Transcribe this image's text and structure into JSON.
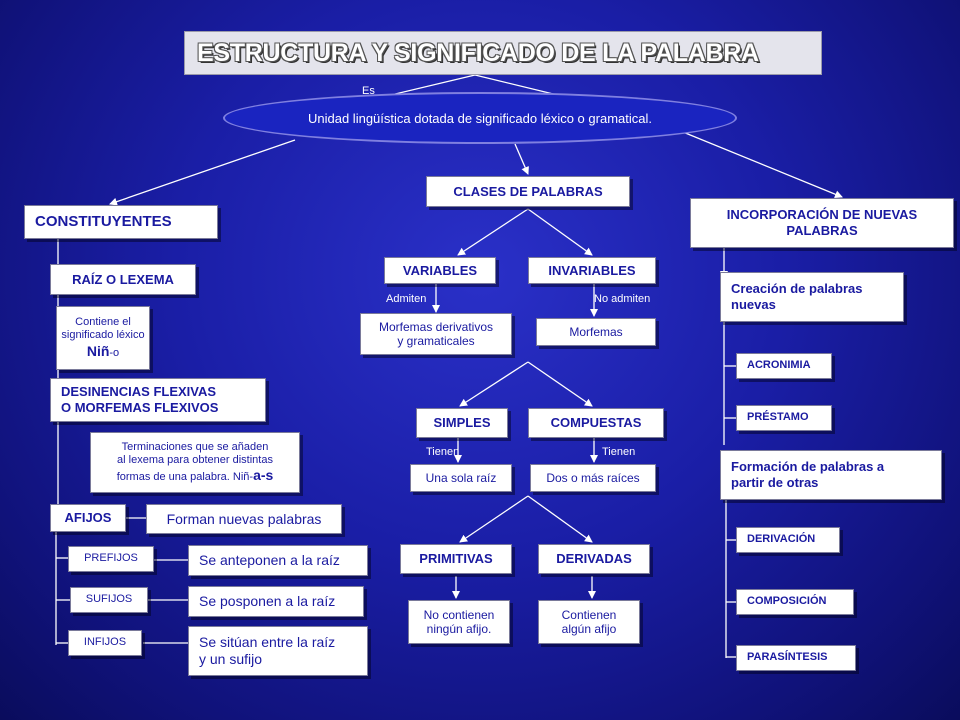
{
  "title": "ESTRUCTURA Y SIGNIFICADO DE LA PALABRA",
  "es_label": "Es",
  "definition": "Unidad lingüística dotada de significado léxico o gramatical.",
  "left": {
    "constituyentes": "CONSTITUYENTES",
    "raiz": "RAÍZ O LEXEMA",
    "raiz_desc_line1": "Contiene el",
    "raiz_desc_line2": "significado léxico",
    "raiz_example_main": "Niñ",
    "raiz_example_suffix": "-o",
    "desinencias_line1": "DESINENCIAS FLEXIVAS",
    "desinencias_line2": "O MORFEMAS FLEXIVOS",
    "terminaciones_line1": "Terminaciones  que se añaden",
    "terminaciones_line2": "al lexema para obtener distintas",
    "terminaciones_line3": "formas de una palabra. Niñ-",
    "terminaciones_example": "a-s",
    "afijos": "AFIJOS",
    "afijos_desc": "Forman nuevas palabras",
    "prefijos": "PREFIJOS",
    "prefijos_desc": "Se anteponen a la raíz",
    "sufijos": "SUFIJOS",
    "sufijos_desc": "Se posponen a la raíz",
    "infijos": "INFIJOS",
    "infijos_desc_line1": "Se sitúan entre la raíz",
    "infijos_desc_line2": "y un sufijo"
  },
  "center": {
    "clases": "CLASES DE PALABRAS",
    "variables": "VARIABLES",
    "invariables": "INVARIABLES",
    "admiten": "Admiten",
    "no_admiten": "No admiten",
    "morfemas_deriv_line1": "Morfemas derivativos",
    "morfemas_deriv_line2": "y gramaticales",
    "morfemas": "Morfemas",
    "simples": "SIMPLES",
    "compuestas": "COMPUESTAS",
    "tienen_1": "Tienen",
    "tienen_2": "Tienen",
    "una_raiz": "Una  sola raíz",
    "dos_raices": "Dos o más raíces",
    "primitivas": "PRIMITIVAS",
    "derivadas": "DERIVADAS",
    "no_contienen_line1": "No contienen",
    "no_contienen_line2": "ningún afijo.",
    "contienen_line1": "Contienen",
    "contienen_line2": "algún afijo"
  },
  "right": {
    "incorporacion_line1": "INCORPORACIÓN DE NUEVAS",
    "incorporacion_line2": "PALABRAS",
    "creacion_line1": "Creación de palabras",
    "creacion_line2": "nuevas",
    "acronimia": "ACRONIMIA",
    "prestamo": "PRÉSTAMO",
    "formacion_line1": "Formación de palabras a",
    "formacion_line2": "partir de otras",
    "derivacion": "DERIVACIÓN",
    "composicion": "COMPOSICIÓN",
    "parasintesis": "PARASÍNTESIS"
  },
  "colors": {
    "background": "#1a1ea6",
    "box_text": "#1a1aa0",
    "lines": "#ffffff"
  }
}
